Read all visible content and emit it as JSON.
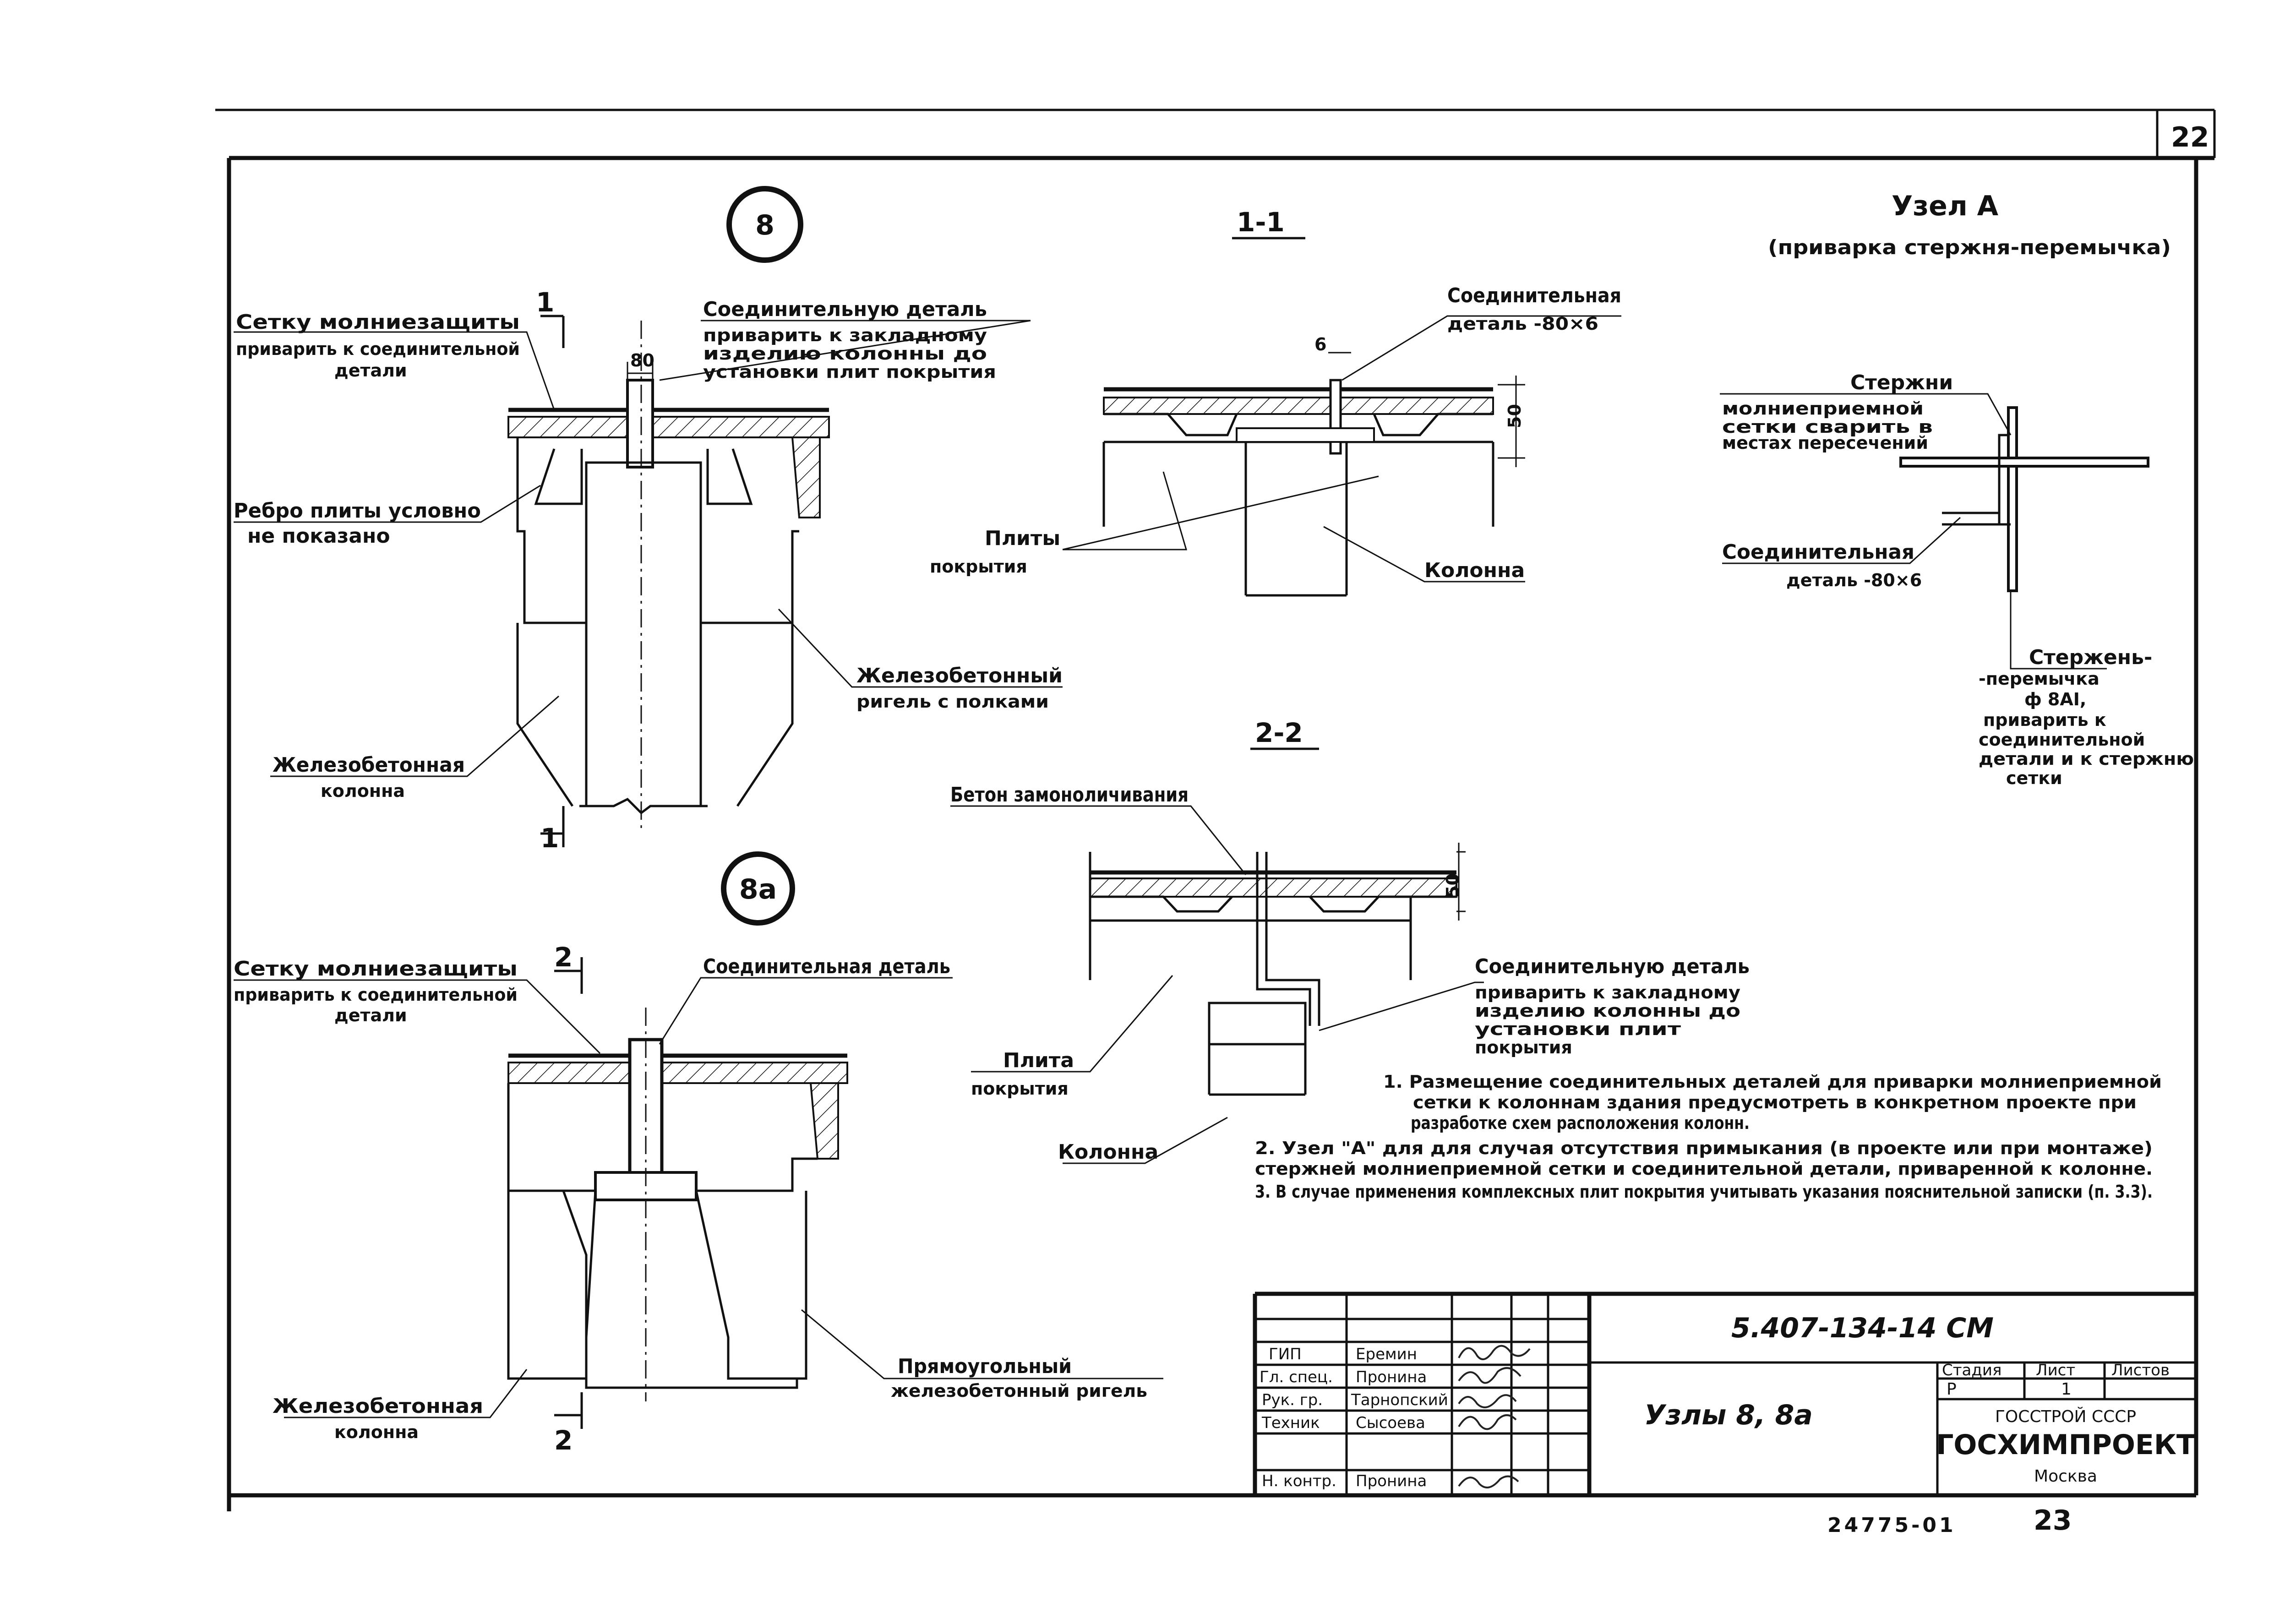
{
  "sheet": {
    "corner_number": "22",
    "bottom_code": "24775-01",
    "bottom_page": "23"
  },
  "detail8": {
    "marker": "8",
    "section_mark": "1",
    "dimension": "80",
    "labels": {
      "mesh": [
        "Сетку молниезащиты",
        "приварить к соединительной",
        "детали"
      ],
      "connector": [
        "Соединительную деталь",
        "приварить к закладному",
        "изделию колонны до",
        "установки плит покрытия"
      ],
      "rib": [
        "Ребро плиты условно",
        "не показано"
      ],
      "girder": [
        "Железобетонный",
        "ригель с полками"
      ],
      "column": [
        "Железобетонная",
        "колонна"
      ]
    }
  },
  "detail8a": {
    "marker": "8а",
    "section_mark": "2",
    "labels": {
      "mesh": [
        "Сетку молниезащиты",
        "приварить к соединительной",
        "детали"
      ],
      "connector": [
        "Соединительная деталь"
      ],
      "girder": [
        "Прямоугольный",
        "железобетонный ригель"
      ],
      "column": [
        "Железобетонная",
        "колонна"
      ]
    }
  },
  "section11": {
    "title": "1-1",
    "dim_top": "6",
    "dim_side": "50",
    "labels": {
      "connector": [
        "Соединительная",
        "деталь -80×6"
      ],
      "slabs": [
        "Плиты",
        "покрытия"
      ],
      "column": [
        "Колонна"
      ]
    }
  },
  "section22": {
    "title": "2-2",
    "dim_side": "50",
    "labels": {
      "concrete": [
        "Бетон замоноличивания"
      ],
      "connector": [
        "Соединительную деталь",
        "приварить к закладному",
        "изделию колонны до",
        "установки плит",
        "покрытия"
      ],
      "slab": [
        "Плита",
        "покрытия"
      ],
      "column": [
        "Колонна"
      ]
    }
  },
  "nodeA": {
    "title": "Узел А",
    "subtitle": "(приварка стержня-перемычка)",
    "labels": {
      "rods": [
        "Стержни",
        "молниеприемной",
        "сетки сварить в",
        "местах пересечений"
      ],
      "connector": [
        "Соединительная",
        "деталь -80×6"
      ],
      "jumper": [
        "Стержень-",
        "-перемычка",
        "ф 8AI,",
        "приварить к",
        "соединительной",
        "детали и к стержню",
        "сетки"
      ]
    }
  },
  "notes": [
    "1. Размещение соединительных деталей для приварки молниеприемной",
    "сетки к колоннам здания предусмотреть в конкретном проекте при",
    "разработке схем расположения колонн.",
    "2. Узел \"А\" для для случая отсутствия примыкания (в проекте или при монтаже)",
    "стержней молниеприемной сетки и соединительной детали, приваренной к колонне.",
    "3. В случае применения комплексных плит покрытия учитывать указания пояснительной записки (п. 3.3)."
  ],
  "title_block": {
    "doc_code": "5.407-134-14 СМ",
    "sheet_title": "Узлы 8, 8а",
    "stage_header": "Стадия",
    "sheet_header": "Лист",
    "sheets_header": "Листов",
    "stage": "Р",
    "sheet_no": "1",
    "org_line1": "ГОССТРОЙ СССР",
    "org_line2": "ГОСХИМПРОЕКТ",
    "org_line3": "Москва",
    "signatures": [
      {
        "role": "ГИП",
        "name": "Еремин"
      },
      {
        "role": "Гл. спец.",
        "name": "Пронина"
      },
      {
        "role": "Рук. гр.",
        "name": "Тарнопский"
      },
      {
        "role": "Техник",
        "name": "Сысоева"
      },
      {
        "role": "Н. контр.",
        "name": "Пронина"
      }
    ]
  }
}
